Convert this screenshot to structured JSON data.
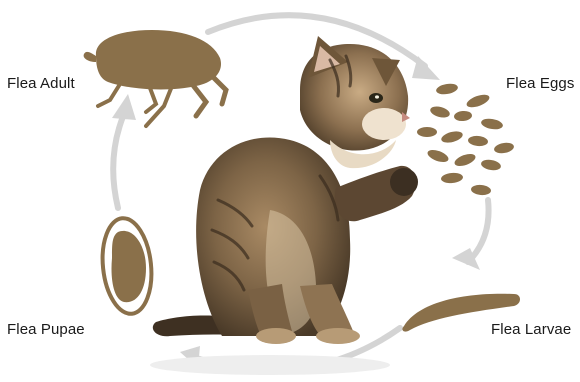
{
  "stages": {
    "adult": "Flea Adult",
    "eggs": "Flea Eggs",
    "larvae": "Flea Larvae",
    "pupae": "Flea Pupae"
  },
  "colors": {
    "flea_brown": "#8a704a",
    "cycle_arrow": "#d4d4d4",
    "label_text": "#1a1a1a"
  },
  "cycle_order": [
    "Flea Eggs",
    "Flea Larvae",
    "Flea Pupae",
    "Flea Adult"
  ]
}
